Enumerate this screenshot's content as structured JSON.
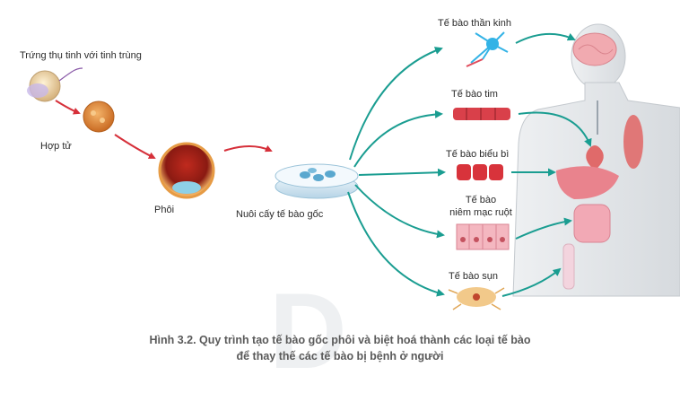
{
  "labels": {
    "egg_sperm": "Trứng thụ tinh với tinh trùng",
    "zygote": "Hợp tử",
    "embryo": "Phôi",
    "culture": "Nuôi cấy tế bào gốc",
    "nerve_cell": "Tế bào thần kinh",
    "heart_cell": "Tế bào tim",
    "epithelial_cell": "Tế bào biểu bì",
    "intestinal_cell_line1": "Tế bào",
    "intestinal_cell_line2": "niêm mạc ruột",
    "cartilage_cell": "Tế bào sụn"
  },
  "caption": {
    "line1": "Hình 3.2. Quy trình tạo tế bào gốc phôi và biệt hoá thành các loại tế bào",
    "line2": "để thay thế các tế bào bị bệnh ở người"
  },
  "colors": {
    "red_arrow": "#d6303a",
    "teal_arrow": "#1a9d91",
    "body_fill": "#e4e7ea",
    "dish_blue": "#cfe6f2"
  }
}
